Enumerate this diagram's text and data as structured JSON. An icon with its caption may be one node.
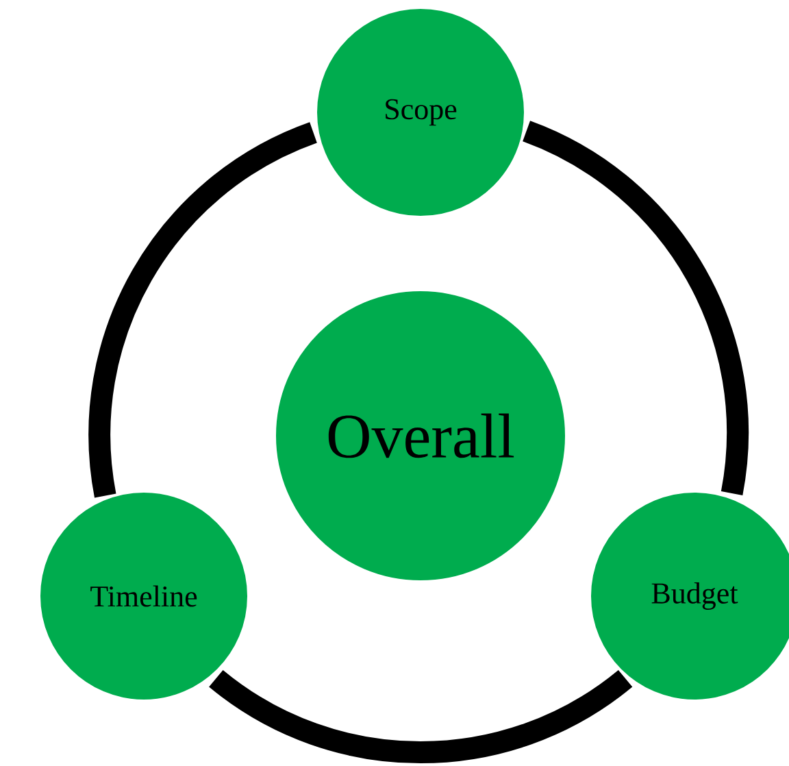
{
  "diagram": {
    "nodes": [
      {
        "text": [
          "Scope"
        ]
      },
      {
        "text": [
          "Overall"
        ]
      },
      {
        "text": [
          "Timeline"
        ]
      },
      {
        "text": [
          "Budget"
        ]
      }
    ],
    "edges": [
      {
        "from": 0,
        "to": 3,
        "arrow": "none"
      },
      {
        "from": 3,
        "to": 2,
        "arrow": "none"
      },
      {
        "from": 2,
        "to": 0,
        "arrow": "none"
      }
    ]
  }
}
